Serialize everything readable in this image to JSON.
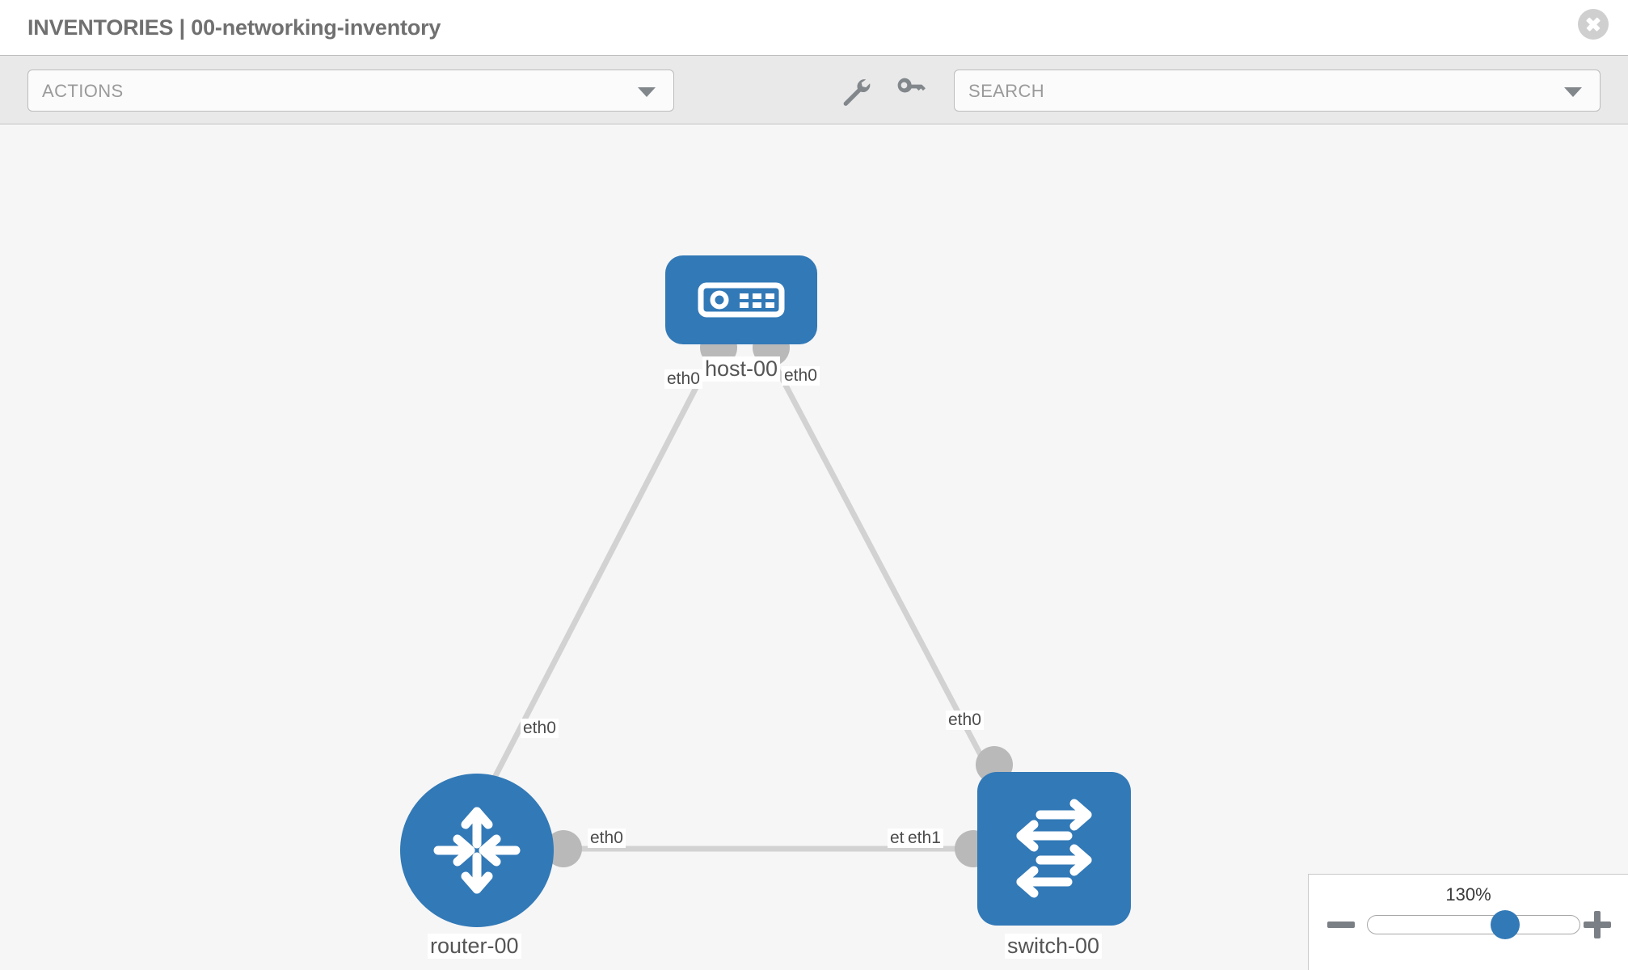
{
  "header": {
    "title": "INVENTORIES | 00-networking-inventory",
    "close_icon": "close-circle-icon"
  },
  "toolbar": {
    "actions_label": "ACTIONS",
    "actions_caret_icon": "chevron-down-icon",
    "wrench_icon": "wrench-icon",
    "key_icon": "key-icon",
    "search_placeholder": "SEARCH",
    "search_caret_icon": "chevron-down-icon"
  },
  "topology": {
    "nodes": [
      {
        "id": "host-00",
        "label": "host-00",
        "icon": "server-icon",
        "type": "host",
        "color": "#3279b7"
      },
      {
        "id": "router-00",
        "label": "router-00",
        "icon": "router-icon",
        "type": "router",
        "color": "#3279b7"
      },
      {
        "id": "switch-00",
        "label": "switch-00",
        "icon": "switch-icon",
        "type": "switch",
        "color": "#3279b7"
      }
    ],
    "edge_labels": {
      "host_left": "eth0",
      "host_right": "eth0",
      "router_up": "eth0",
      "switch_up": "eth0",
      "router_right": "eth0",
      "switch_left_hidden": "eth0",
      "switch_left": "eth1"
    }
  },
  "zoom_control": {
    "percent": "130%",
    "minus_label": "minus-icon",
    "plus_label": "plus-icon",
    "value": 65
  }
}
